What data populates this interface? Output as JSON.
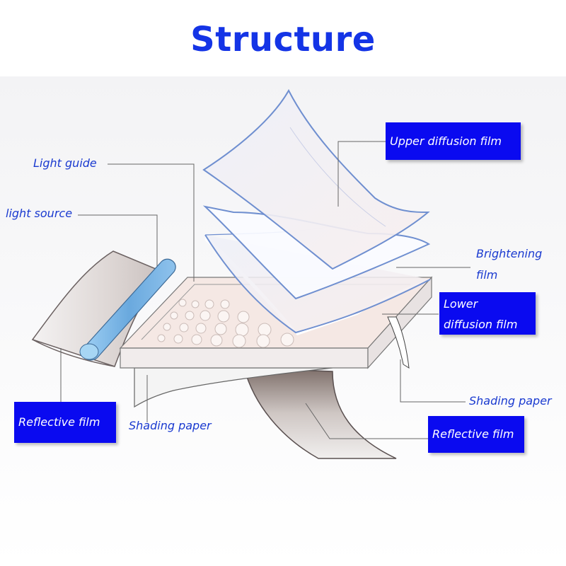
{
  "title": "Structure",
  "labels": {
    "light_guide": "Light guide",
    "light_source": "light source",
    "shading_paper_left": "Shading paper",
    "brightening_film_1": "Brightening",
    "brightening_film_2": "film",
    "shading_paper_right": "Shading paper"
  },
  "boxes": {
    "upper_diffusion": "Upper diffusion film",
    "lower_diffusion_1": "Lower",
    "lower_diffusion_2": "diffusion film",
    "reflective_left": "Reflective film",
    "reflective_right": "Reflective film"
  },
  "colors": {
    "title": "#1434e6",
    "label_text": "#1a3ad0",
    "box_fill": "#0a0af0",
    "box_text": "#ffffff",
    "film_edge": "#6f8fd0",
    "light_source": "#7ab8ea"
  }
}
